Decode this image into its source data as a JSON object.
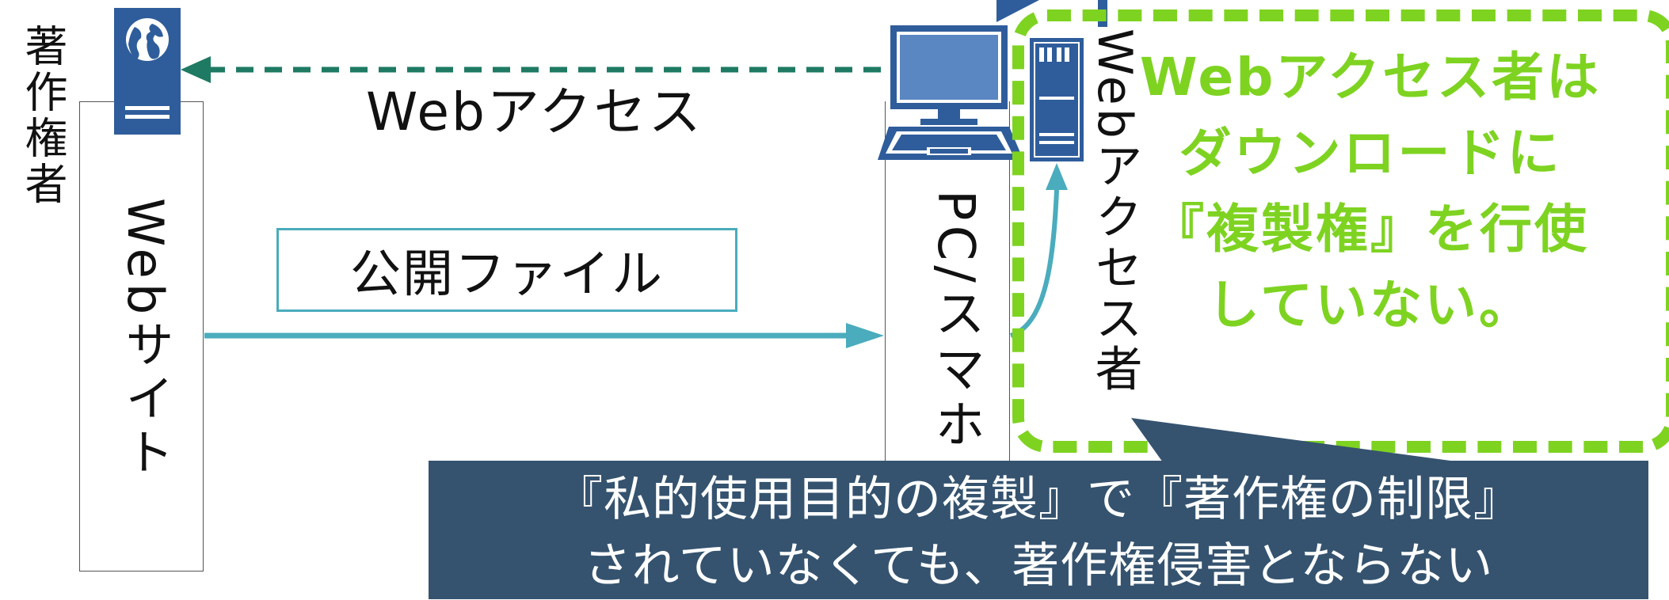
{
  "labels": {
    "author": "著作権者",
    "website": "Webサイト",
    "web_access": "Webアクセス",
    "public_file": "公開ファイル",
    "device": "PC/スマホ",
    "web_accessor": "Webアクセス者"
  },
  "note": {
    "lines": [
      "Webアクセス者は",
      "ダウンロードに",
      "『複製権』を行使",
      "していない。"
    ]
  },
  "callout": {
    "lines": [
      "『私的使用目的の複製』で『著作権の制限』",
      "されていなくても、著作権侵害とならない"
    ]
  },
  "icons": {
    "globe_server": "globe-server-icon",
    "desktop_pc": "desktop-computer-icon",
    "tower_server": "tower-server-icon"
  },
  "colors": {
    "navy_icon": "#2f5d9b",
    "teal_dashed_arrow": "#1e7a63",
    "cyan_arrow": "#4aacbd",
    "green_accent": "#7ed321",
    "callout_bg": "#35536f"
  }
}
